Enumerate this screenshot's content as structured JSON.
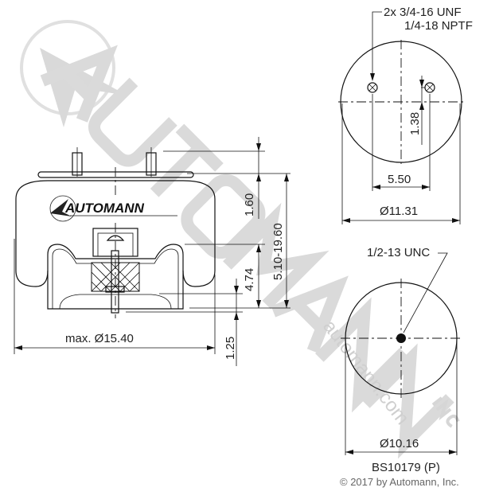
{
  "watermark": {
    "brand": "AUTOMANN",
    "url": "automann.com",
    "suffix": "INC"
  },
  "top_view": {
    "thread_label_1": "2x 3/4-16 UNF",
    "thread_label_2": "1/4-18 NPTF",
    "offset_dim": "1.38",
    "spacing_dim": "5.50",
    "diameter_dim": "Ø11.31"
  },
  "bottom_view": {
    "thread_label": "1/2-13 UNC",
    "diameter_dim": "Ø10.16"
  },
  "side_view": {
    "logo_text": "AUTOMANN",
    "max_diameter_dim": "max. Ø15.40",
    "stud_height_dim": "1.60",
    "height_range_dim": "5.10-19.60",
    "piston_height_dim": "4.74",
    "bolt_dim": "1.25"
  },
  "part_number": "BS10179 (P)",
  "copyright": "© 2017 by Automann, Inc."
}
